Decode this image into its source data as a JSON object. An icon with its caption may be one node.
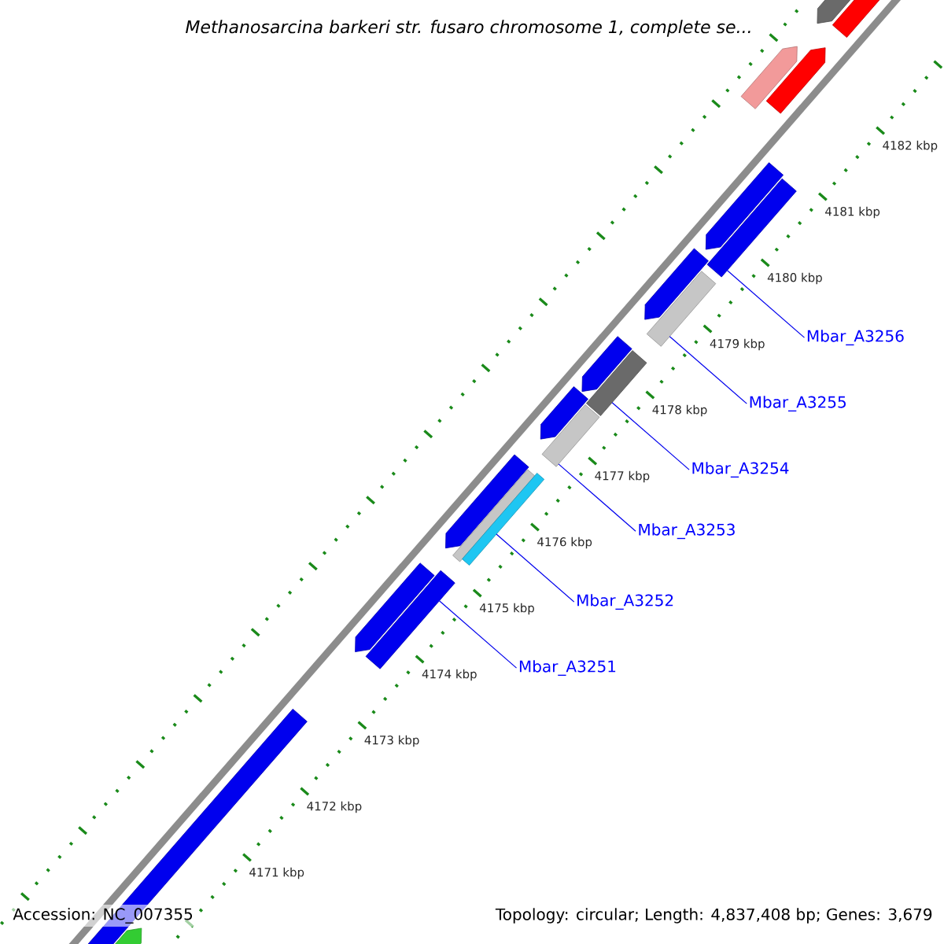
{
  "diagram": {
    "title": "Methanosarcina barkeri str. fusaro chromosome 1, complete se...",
    "nodes": [
      {
        "text": [
          "Mbar_A3256"
        ]
      },
      {
        "text": [],
        "shape": "bar"
      },
      {
        "text": [
          "Mbar_A3255"
        ]
      },
      {
        "text": [],
        "shape": "bar"
      },
      {
        "text": [
          "Mbar_A3254"
        ]
      },
      {
        "text": [],
        "shape": "bar"
      },
      {
        "text": [
          "Mbar_A3253"
        ]
      },
      {
        "text": [],
        "shape": "bar"
      },
      {
        "text": [
          "Mbar_A3252"
        ]
      },
      {
        "text": [],
        "shape": "bar"
      },
      {
        "text": [
          "Mbar_A3251"
        ]
      },
      {
        "text": [],
        "shape": "bar"
      }
    ],
    "edges": [
      {
        "from": 0,
        "to": 1,
        "arrow": "none"
      },
      {
        "from": 2,
        "to": 3,
        "arrow": "none"
      },
      {
        "from": 4,
        "to": 5,
        "arrow": "none"
      },
      {
        "from": 6,
        "to": 7,
        "arrow": "none"
      },
      {
        "from": 8,
        "to": 9,
        "arrow": "none"
      },
      {
        "from": 10,
        "to": 11,
        "arrow": "none"
      }
    ],
    "labels": [
      "4182 kbp",
      "4181 kbp",
      "4180 kbp",
      "4179 kbp",
      "4178 kbp",
      "4177 kbp",
      "4176 kbp",
      "4175 kbp",
      "4174 kbp",
      "4173 kbp",
      "4172 kbp",
      "4171 kbp",
      "Accession: NC_007355",
      "Topology: circular; Length: 4,837,408 bp; Genes: 3,679"
    ]
  }
}
